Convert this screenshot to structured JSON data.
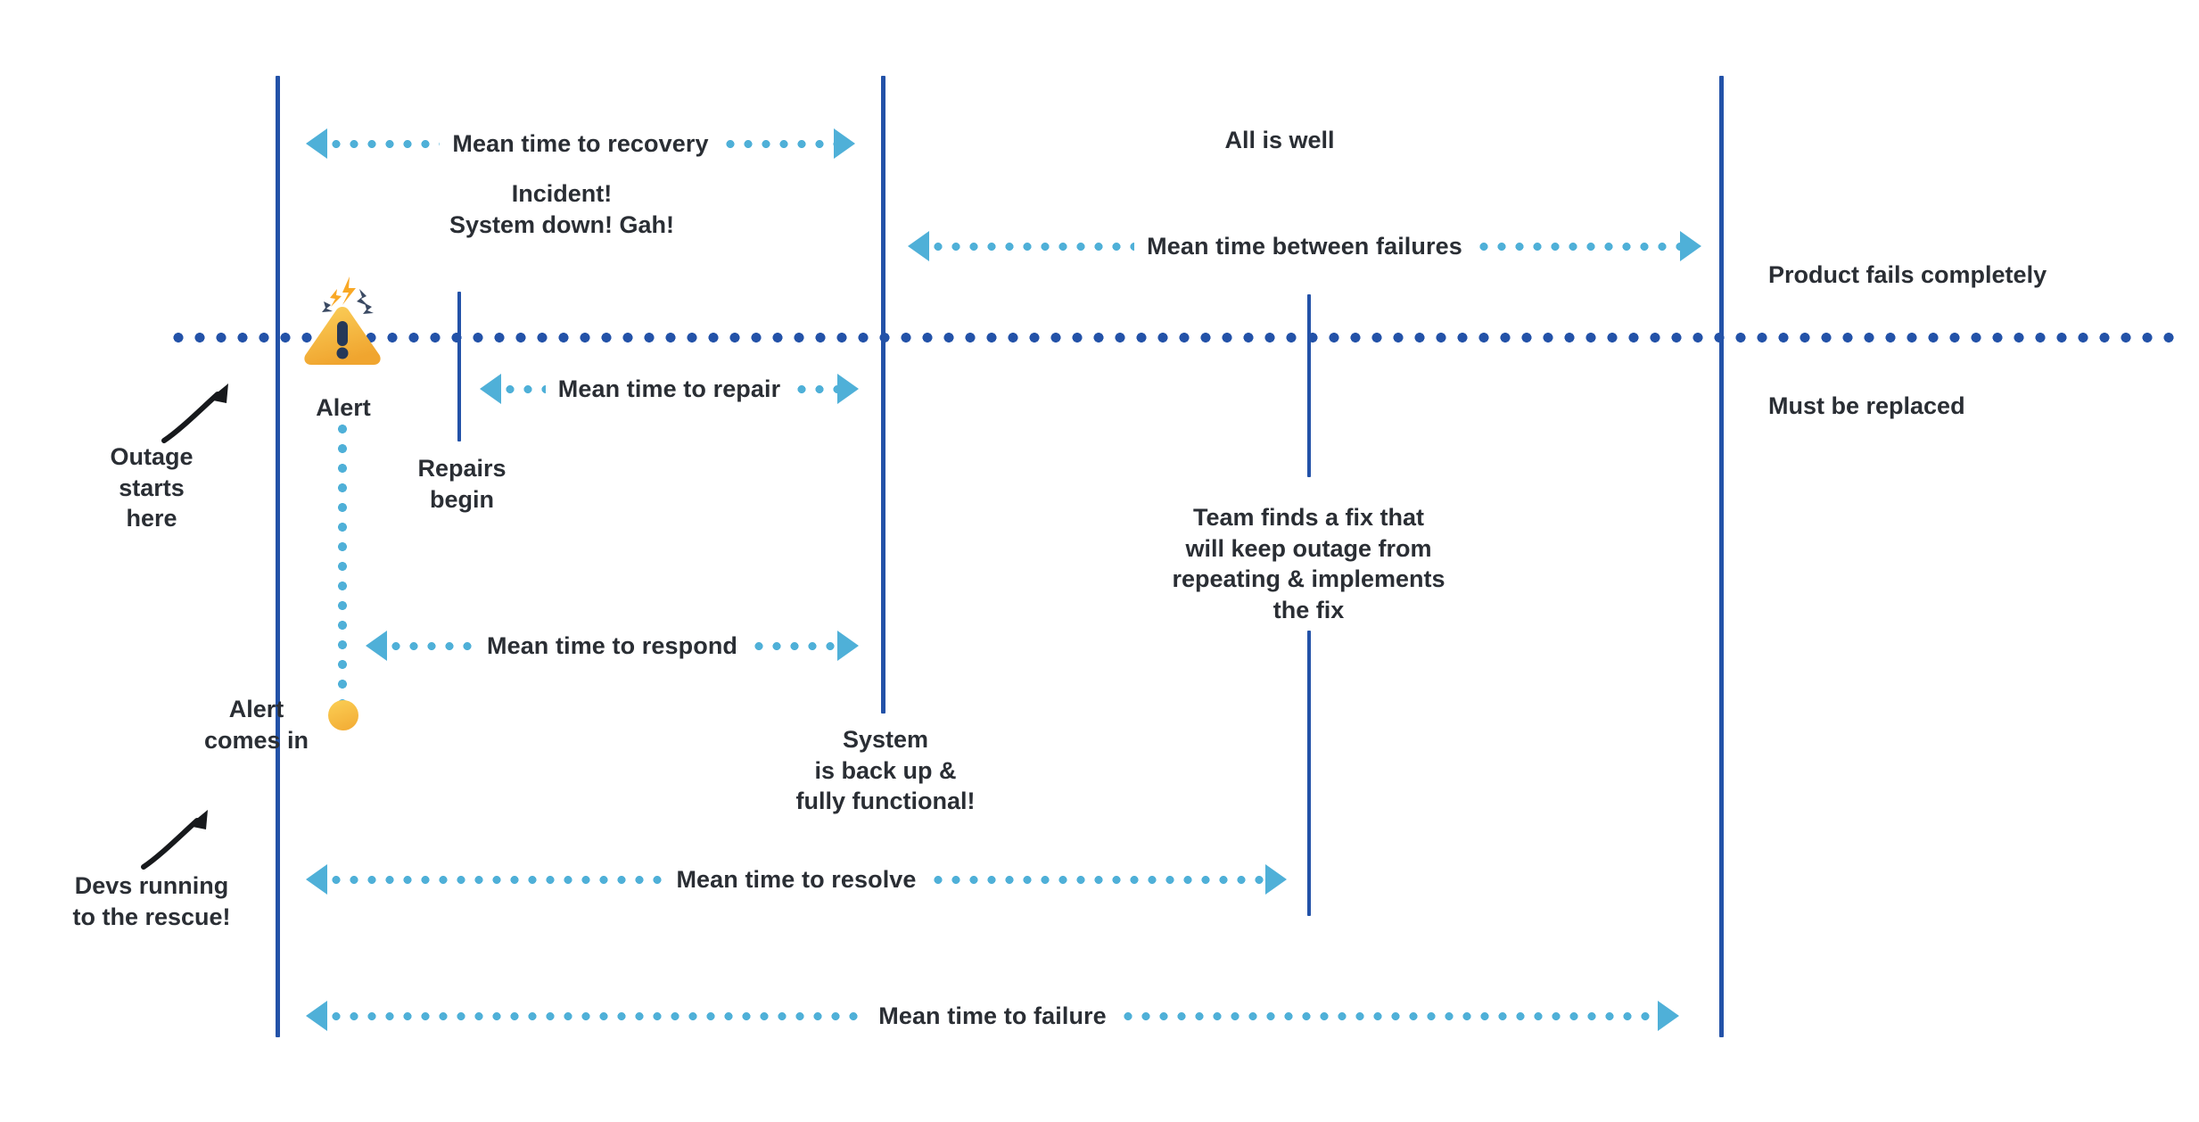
{
  "diagram": {
    "type": "incident-metrics-timeline",
    "colors": {
      "milestone_line": "#2352A8",
      "timeline_dots": "#2352A8",
      "measure_arrow": "#4FB0D8",
      "alert_amber": "#F5B42A",
      "text": "#2A2E34",
      "background": "#FFFFFF"
    }
  },
  "measures": [
    {
      "id": "mttrecovery",
      "label": "Mean time to recovery"
    },
    {
      "id": "mtbf",
      "label": "Mean time between failures"
    },
    {
      "id": "mttrepair",
      "label": "Mean time to repair"
    },
    {
      "id": "mttrespond",
      "label": "Mean time to respond"
    },
    {
      "id": "mttresolve",
      "label": "Mean time to resolve"
    },
    {
      "id": "mttfailure",
      "label": "Mean time to failure"
    }
  ],
  "annotations": {
    "outage_starts": "Outage\nstarts\nhere",
    "devs_running": "Devs running\nto the rescue!",
    "alert": "Alert",
    "alert_comes_in": "Alert\ncomes in",
    "incident": "Incident!\nSystem down! Gah!",
    "repairs_begin": "Repairs\nbegin",
    "system_back_up": "System\nis back up &\nfully functional!",
    "all_is_well": "All is well",
    "team_finds_fix": "Team finds a fix that\nwill keep outage from\nrepeating & implements\nthe fix",
    "product_fails": "Product fails completely",
    "must_be_replaced": "Must be replaced"
  },
  "icons": {
    "alert_triangle": "alert-triangle-icon",
    "alert_dot": "alert-dot-icon",
    "arrow_outage": "curved-arrow-up-right-icon",
    "arrow_devs": "curved-arrow-up-right-icon"
  }
}
